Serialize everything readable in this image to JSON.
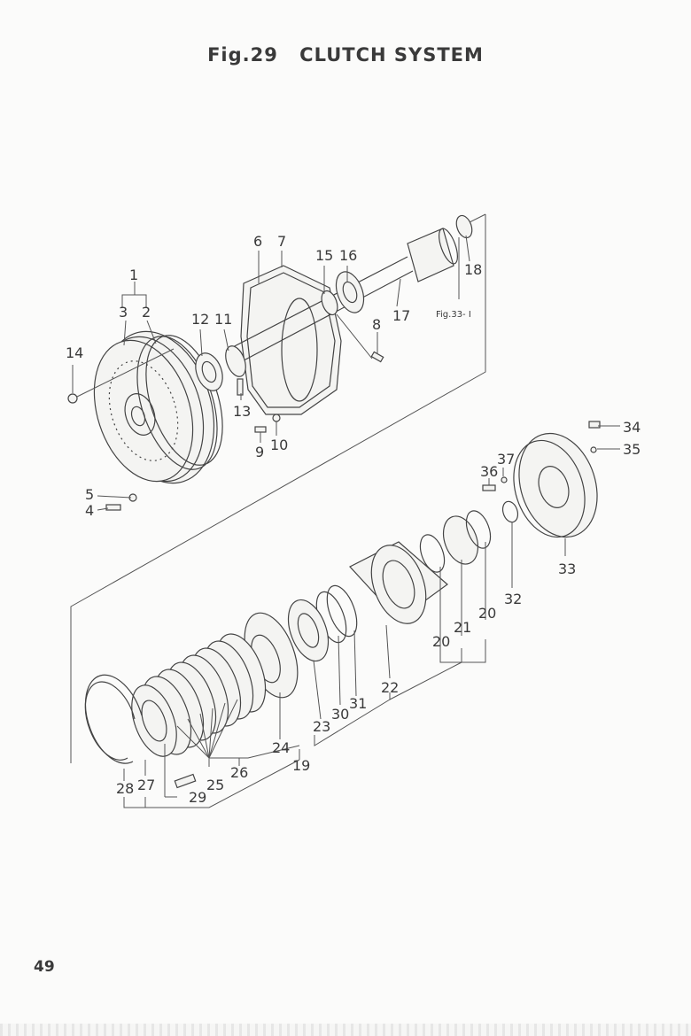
{
  "header": {
    "fig_no": "Fig.29",
    "title": "CLUTCH SYSTEM"
  },
  "page_number": "49",
  "cross_ref": "Fig.33- I",
  "callouts": {
    "c1": "1",
    "c2": "2",
    "c3": "3",
    "c4": "4",
    "c5": "5",
    "c6": "6",
    "c7": "7",
    "c8": "8",
    "c9": "9",
    "c10": "10",
    "c11": "11",
    "c12": "12",
    "c13": "13",
    "c14": "14",
    "c15": "15",
    "c16": "16",
    "c17": "17",
    "c18": "18",
    "c19": "19",
    "c20a": "20",
    "c20b": "20",
    "c21": "21",
    "c22": "22",
    "c23": "23",
    "c24": "24",
    "c25": "25",
    "c26": "26",
    "c27": "27",
    "c28": "28",
    "c29": "29",
    "c30": "30",
    "c31": "31",
    "c32": "32",
    "c33": "33",
    "c34": "34",
    "c35": "35",
    "c36": "36",
    "c37": "37"
  }
}
